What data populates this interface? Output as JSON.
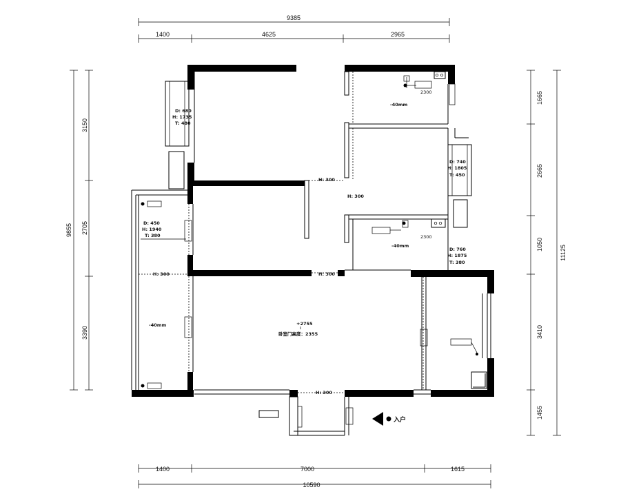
{
  "dimensions": {
    "top_total": "9385",
    "top_segments": [
      "1400",
      "4625",
      "2965"
    ],
    "bottom_total": "10590",
    "bottom_segments": [
      "1400",
      "7000",
      "1615"
    ],
    "left_total": "9855",
    "left_segments": [
      "3150",
      "2705",
      "3390"
    ],
    "right_total": "11125",
    "right_segments": [
      "1665",
      "2665",
      "1050",
      "3410",
      "1455"
    ]
  },
  "windows": {
    "w1": [
      "D: 680",
      "H: 1735",
      "T: 480"
    ],
    "w2": [
      "D: 740",
      "H: 1805",
      "T: 450"
    ],
    "w3": [
      "D: 450",
      "H: 1940",
      "T: 380"
    ],
    "w4": [
      "D: 760",
      "H: 1875",
      "T: 380"
    ]
  },
  "labels": {
    "h_labels": [
      "H: 300",
      "H: 300",
      "H: 300",
      "H: 300",
      "H: 300"
    ],
    "floor_levels": [
      "-40mm",
      "-40mm",
      "-40mm"
    ],
    "center_height": "+2755",
    "center_note": "卧室门高度：2355",
    "entry": "入户",
    "small_tags": [
      "2300",
      "2300"
    ]
  }
}
